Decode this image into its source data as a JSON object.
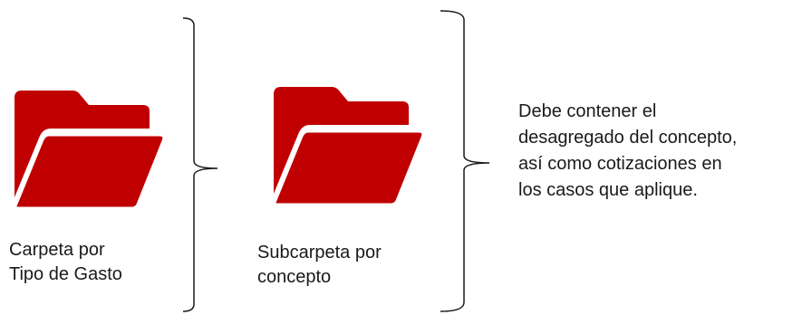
{
  "colors": {
    "folder_red": "#c00000",
    "brace_stroke": "#1a1a1a"
  },
  "icons": {
    "folder_1": "open-folder-icon",
    "folder_2": "open-folder-icon"
  },
  "captions": {
    "folder": "Carpeta por\nTipo de Gasto",
    "subfolder": "Subcarpeta por\nconcepto",
    "description": "Debe contener el\ndesagregado del concepto,\nasí como cotizaciones en\nlos casos que aplique."
  }
}
